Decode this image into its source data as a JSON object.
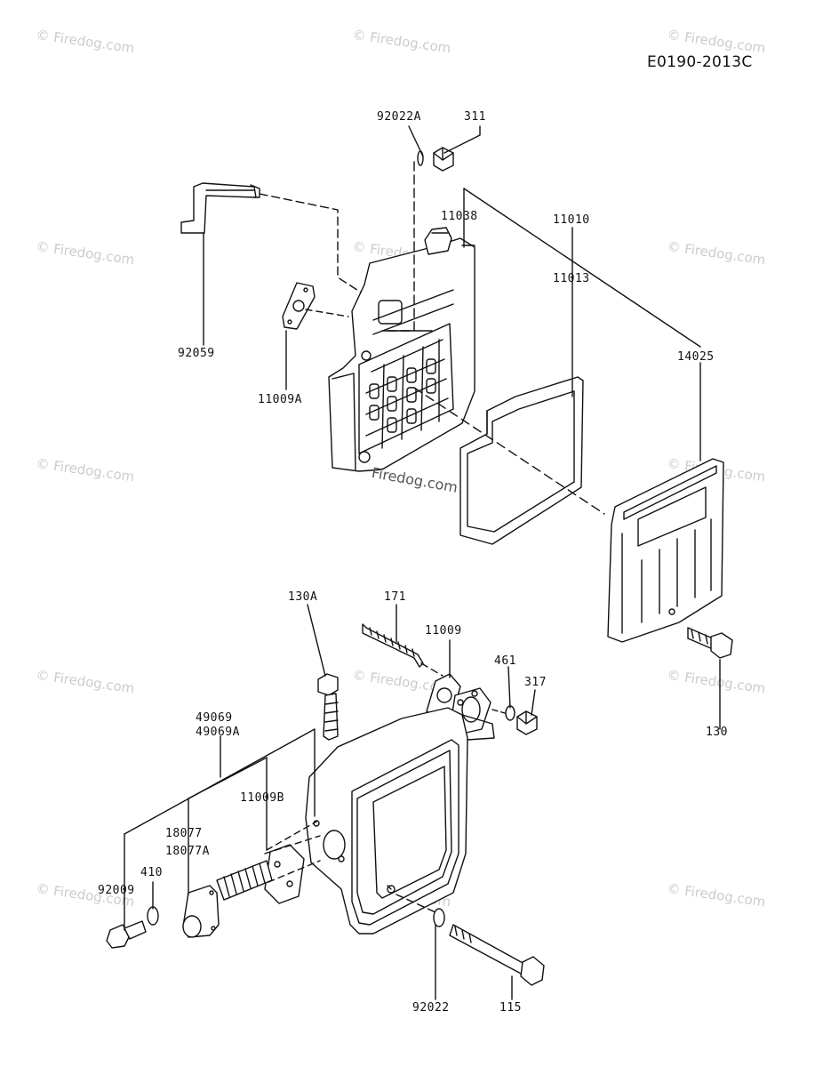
{
  "diagram_id": "E0190-2013C",
  "watermark": "© Firedog.com",
  "center_watermark": "Firedog.com",
  "part_labels": {
    "p92022A": "92022A",
    "p311": "311",
    "p11038": "11038",
    "p11010": "11010",
    "p11013": "11013",
    "p92059": "92059",
    "p11009A": "11009A",
    "p14025": "14025",
    "p130A": "130A",
    "p171": "171",
    "p11009": "11009",
    "p461": "461",
    "p317": "317",
    "p130": "130",
    "p49069": "49069",
    "p49069A": "49069A",
    "p11009B": "11009B",
    "p18077": "18077",
    "p18077A": "18077A",
    "p410": "410",
    "p92009": "92009",
    "p92022": "92022",
    "p115": "115"
  }
}
